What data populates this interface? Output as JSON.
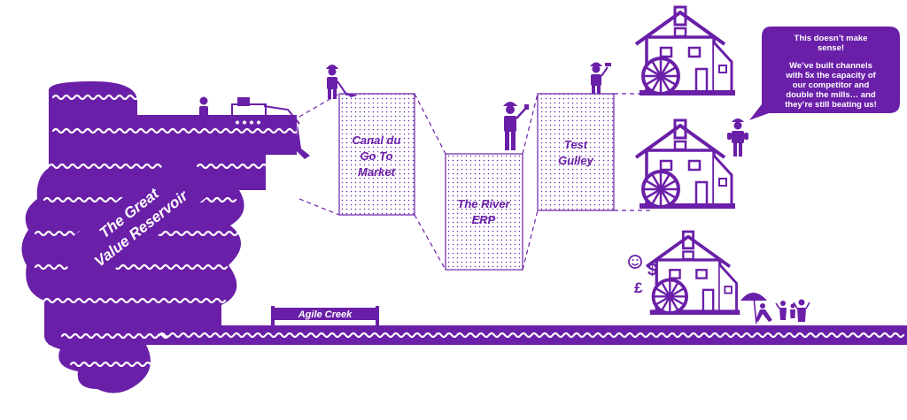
{
  "reservoir": {
    "line1": "The Great",
    "line2": "Value Reservoir"
  },
  "channels": [
    {
      "line1": "Canal du",
      "line2": "Go To",
      "line3": "Market"
    },
    {
      "line1": "The River",
      "line2": "ERP"
    },
    {
      "line1": "Test",
      "line2": "Gulley"
    }
  ],
  "creek": {
    "label": "Agile Creek"
  },
  "speech": {
    "line1": "This doesn’t make",
    "line2": "sense!",
    "line3": "We’ve built channels",
    "line4": "with 5x the capacity of",
    "line5": "our competitor and",
    "line6": "double the mills… and",
    "line7": "they’re still beating us!"
  },
  "currency": {
    "dollar": "$",
    "pound": "£"
  },
  "colors": {
    "primary": "#6a1fa8",
    "background": "#ffffff"
  },
  "icons": [
    "person-icon",
    "excavator-icon",
    "worker-icon",
    "watermill-house-icon",
    "smiley-icon",
    "umbrella-icon",
    "deckchair-icon",
    "family-icon"
  ]
}
